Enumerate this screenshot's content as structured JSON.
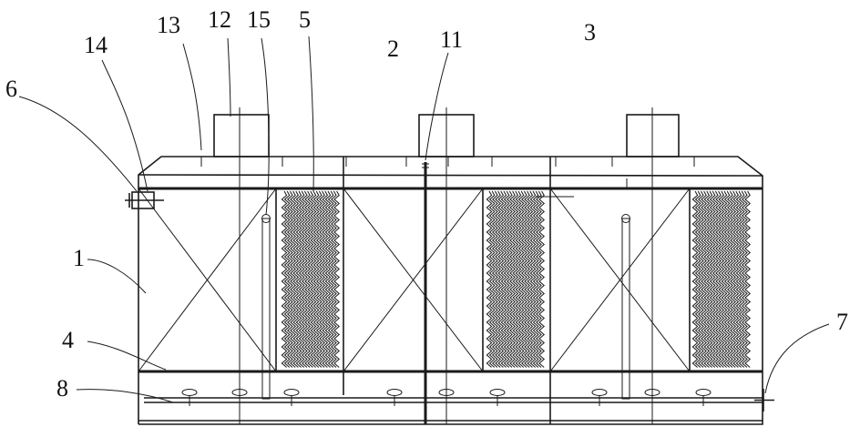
{
  "diagram": {
    "labels": [
      "14",
      "13",
      "12",
      "15",
      "5",
      "2",
      "11",
      "3",
      "6",
      "1",
      "4",
      "8",
      "7"
    ]
  }
}
